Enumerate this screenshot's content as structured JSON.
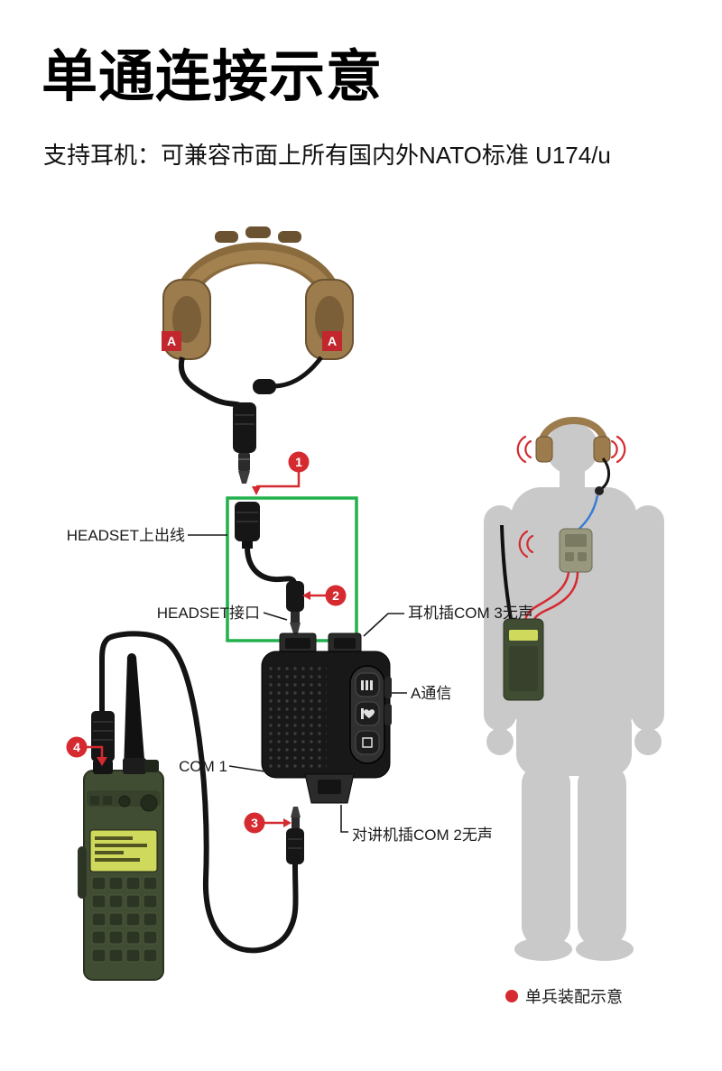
{
  "page": {
    "title": "单通连接示意",
    "subtitle": "支持耳机：可兼容市面上所有国内外NATO标准 U174/u"
  },
  "colors": {
    "accent_red": "#d42a30",
    "highlight_green": "#22b14c",
    "headset_tan": "#9c7c4c",
    "radio_green": "#414d33",
    "ptt_black": "#181818",
    "silhouette_gray": "#c9c9c9",
    "screen_yellow": "#cfd95c",
    "text": "#1a1a1a"
  },
  "callouts": {
    "headset_out": "HEADSET上出线",
    "headset_port": "HEADSET接口",
    "com3_mute": "耳机插COM 3无声",
    "a_comm": "A通信",
    "com1": "COM 1",
    "com2_mute": "对讲机插COM 2无声"
  },
  "markers": {
    "m1": "1",
    "m2": "2",
    "m3": "3",
    "m4": "4"
  },
  "headset": {
    "badge": "A"
  },
  "legend": {
    "label": "单兵装配示意"
  }
}
